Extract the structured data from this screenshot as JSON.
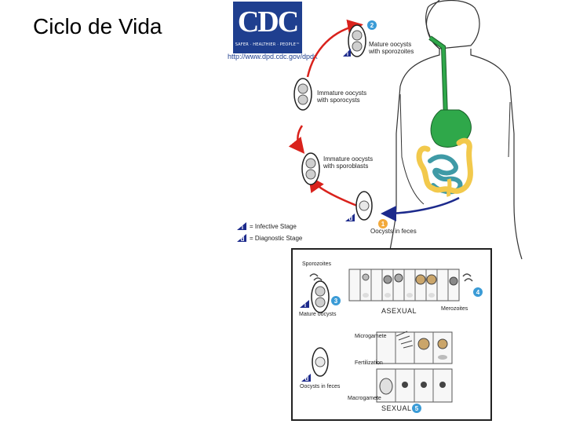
{
  "slide": {
    "title": "Ciclo de Vida"
  },
  "logo": {
    "letters": "CDC",
    "tagline": "SAFER · HEALTHIER · PEOPLE™",
    "url": "http://www.dpd.cdc.gov/dpdx"
  },
  "upper_cycle": {
    "stage_mature_sporozoites": "Mature oocysts\nwith sporozoites",
    "stage_immature_sporocysts": "Immature oocysts\nwith sporocysts",
    "stage_immature_sporoblasts": "Immature oocysts\nwith sporoblasts",
    "stage_feces": "Oocysts in feces",
    "marker_1": "1",
    "marker_2": "2",
    "marker_d": "d",
    "marker_i": "i"
  },
  "legend": {
    "infective": "= Infective Stage",
    "diagnostic": "= Diagnostic Stage",
    "infective_marker": "i",
    "diagnostic_marker": "d"
  },
  "lower_cycle": {
    "sporozoites": "Sporozoites",
    "mature_oocysts": "Mature oocysts",
    "asexual": "ASEXUAL",
    "merozoites": "Merozoites",
    "microgamete": "Microgamete",
    "fertilization": "Fertilization",
    "oocysts_in_feces": "Oocysts in feces",
    "macrogamete": "Macrogamete",
    "sexual": "SEXUAL",
    "marker_3": "3",
    "marker_4": "4",
    "marker_5": "5",
    "marker_i": "i",
    "marker_d": "d"
  },
  "colors": {
    "cycle_red": "#d9221c",
    "cycle_blue": "#1c2a8c",
    "stomach_green": "#2fa84a",
    "intestine_yellow": "#f2c94c",
    "intestine_teal": "#3f9aa6",
    "badge_blue": "#3a9bd6",
    "badge_orange": "#f2a93b",
    "cdc_blue": "#1f3f8f"
  }
}
